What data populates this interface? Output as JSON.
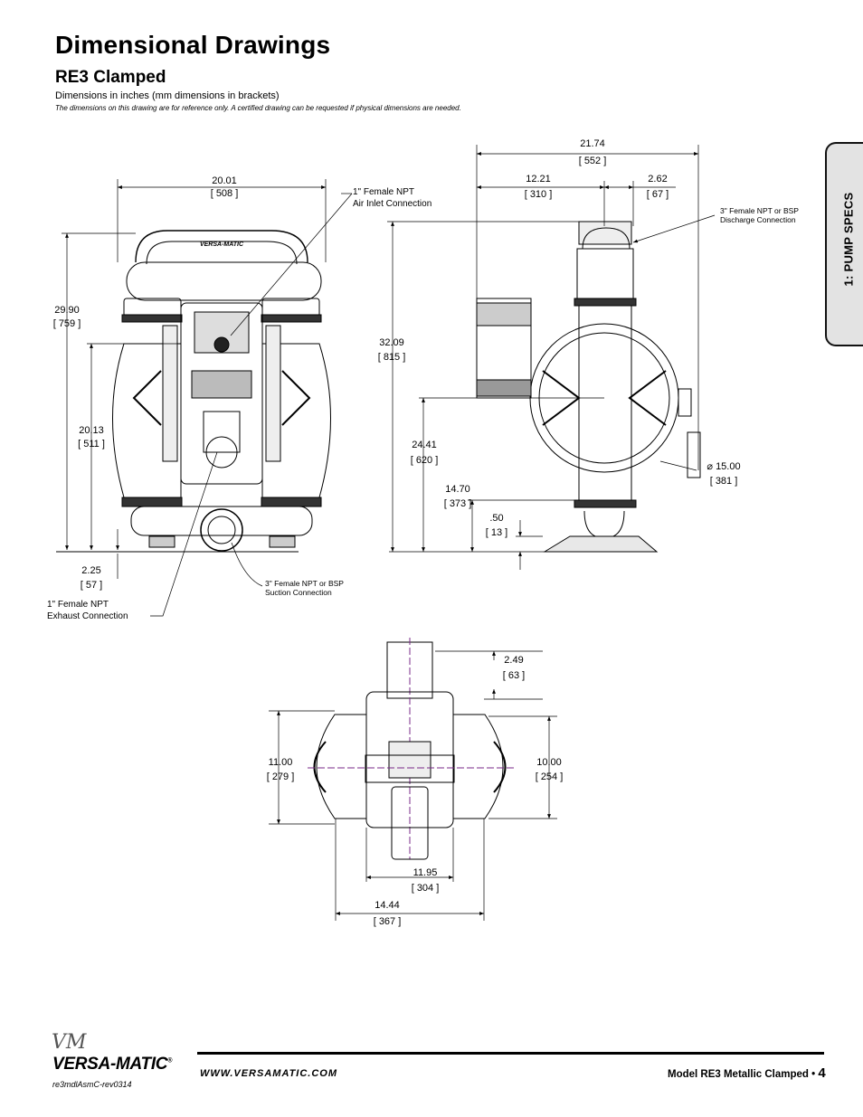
{
  "header": {
    "title": "Dimensional Drawings",
    "subtitle": "RE3 Clamped",
    "units_note": "Dimensions in inches (mm dimensions in brackets)",
    "disclaimer": "The dimensions on this drawing are for reference only.  A certified drawing can be requested if physical dimensions are needed."
  },
  "side_tab": {
    "label": "1: PUMP SPECS"
  },
  "front_view": {
    "brand_mark": "VERSA-MATIC",
    "width": {
      "in": "20.01",
      "mm": "508"
    },
    "height": {
      "in": "29.90",
      "mm": "759"
    },
    "center_height": {
      "in": "20.13",
      "mm": "511"
    },
    "base_height": {
      "in": "2.25",
      "mm": "57"
    },
    "air_inlet": [
      "1\" Female NPT",
      "Air Inlet Connection"
    ],
    "exhaust": [
      "1\" Female NPT",
      "Exhaust Connection"
    ],
    "suction": [
      "3\" Female NPT or BSP",
      "Suction Connection"
    ]
  },
  "side_view": {
    "overall_depth": {
      "in": "21.74",
      "mm": "552"
    },
    "left_depth": {
      "in": "12.21",
      "mm": "310"
    },
    "right_depth": {
      "in": "2.62",
      "mm": "67"
    },
    "overall_height": {
      "in": "32.09",
      "mm": "815"
    },
    "center_height": {
      "in": "24.41",
      "mm": "620"
    },
    "flange_height": {
      "in": "14.70",
      "mm": "373"
    },
    "foot_thickness": {
      "in": ".50",
      "mm": "13"
    },
    "diameter": {
      "in": "⌀ 15.00",
      "mm": "381"
    },
    "discharge": [
      "3\" Female NPT or BSP",
      "Discharge Connection"
    ]
  },
  "top_view": {
    "offset": {
      "in": "2.49",
      "mm": "63"
    },
    "left_height": {
      "in": "11.00",
      "mm": "279"
    },
    "right_height": {
      "in": "10.00",
      "mm": "254"
    },
    "inner_width": {
      "in": "11.95",
      "mm": "304"
    },
    "outer_width": {
      "in": "14.44",
      "mm": "367"
    }
  },
  "footer": {
    "logo_script": "VM",
    "logo_text": "VERSA-MATIC",
    "registered": "®",
    "revision": "re3mdlAsmC-rev0314",
    "website": "WWW.VERSAMATIC.COM",
    "model": "Model RE3 Metallic Clamped •",
    "page": "4"
  }
}
